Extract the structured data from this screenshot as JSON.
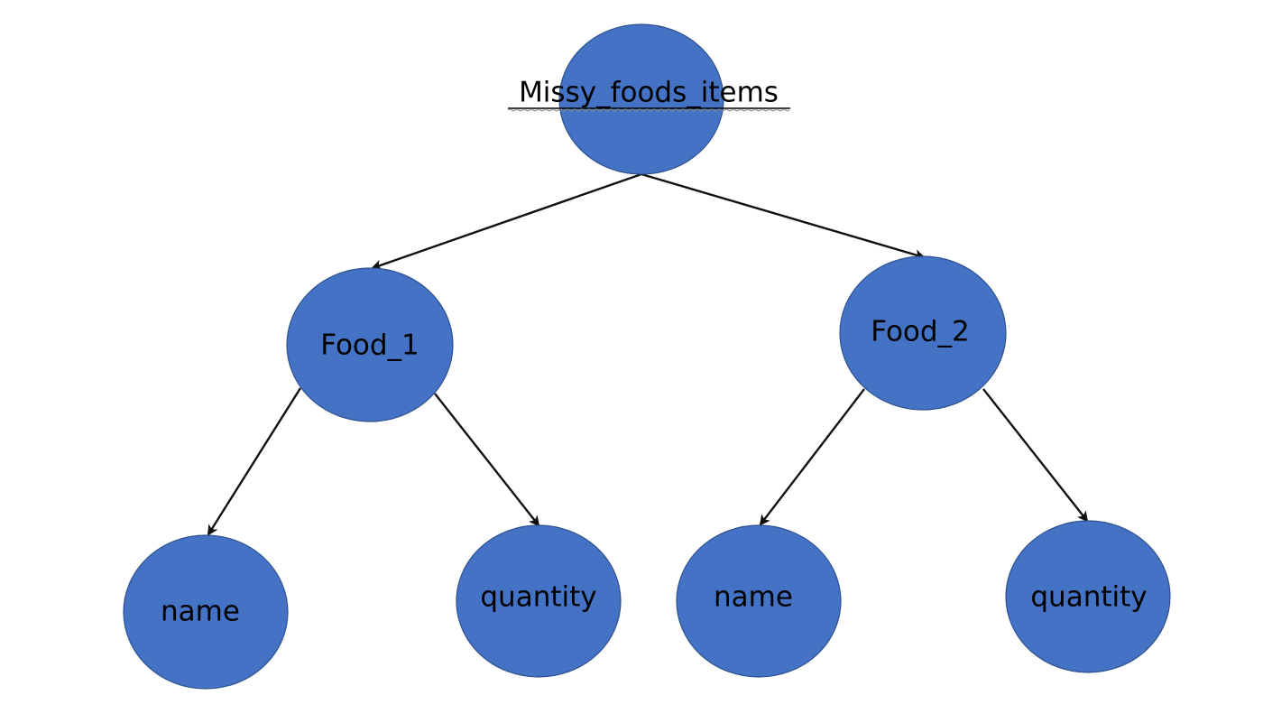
{
  "diagram": {
    "colors": {
      "node_fill": "#4472c4",
      "node_border": "#2f528f",
      "edge": "#111111",
      "text": "#000000",
      "background": "#ffffff"
    },
    "nodes": {
      "root": {
        "label": "Missy_foods_items"
      },
      "food_1": {
        "label": "Food_1"
      },
      "food_2": {
        "label": "Food_2"
      },
      "food_1_name": {
        "label": "name"
      },
      "food_1_quantity": {
        "label": "quantity"
      },
      "food_2_name": {
        "label": "name"
      },
      "food_2_quantity": {
        "label": "quantity"
      }
    },
    "edges": [
      {
        "from": "root",
        "to": "food_1"
      },
      {
        "from": "root",
        "to": "food_2"
      },
      {
        "from": "food_1",
        "to": "food_1_name"
      },
      {
        "from": "food_1",
        "to": "food_1_quantity"
      },
      {
        "from": "food_2",
        "to": "food_2_name"
      },
      {
        "from": "food_2",
        "to": "food_2_quantity"
      }
    ]
  }
}
